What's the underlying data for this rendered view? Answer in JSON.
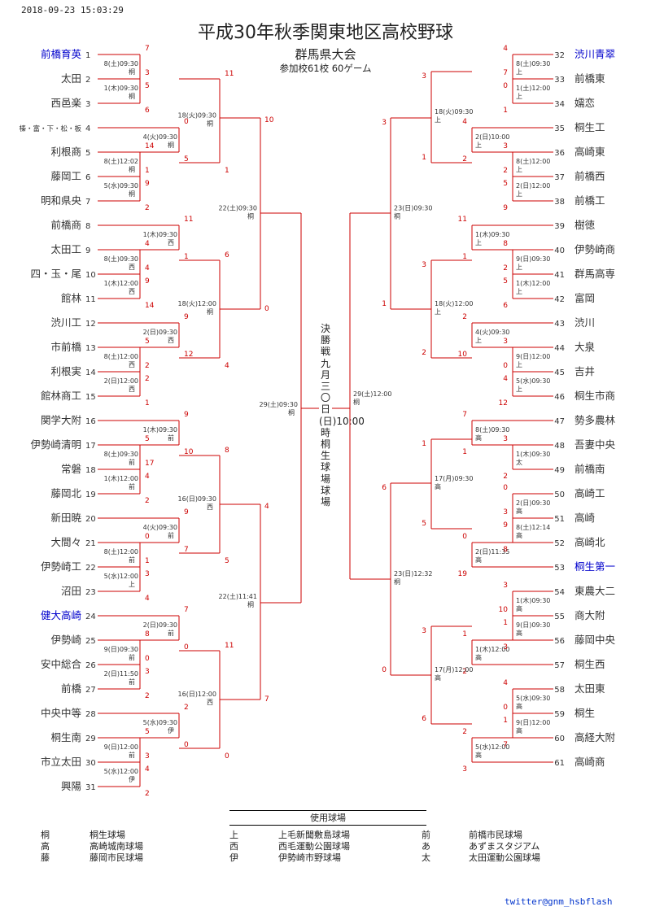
{
  "timestamp": "2018-09-23 15:03:29",
  "title": "平成30年秋季関東地区高校野球",
  "subtitle": "群馬県大会",
  "participants": "参加校61校 60ゲーム",
  "final_text": "決勝戦九月三〇日(日)10:00時 桐生球場球場",
  "twitter": "twitter@gnm_hsbflash",
  "venues_title": "使用球場",
  "colors": {
    "line": "#cc0000",
    "text": "#333333",
    "seed": "#0000cc"
  },
  "venues": [
    {
      "abbr": "桐",
      "name": "桐生球場"
    },
    {
      "abbr": "高",
      "name": "高崎城南球場"
    },
    {
      "abbr": "藤",
      "name": "藤岡市民球場"
    },
    {
      "abbr": "上",
      "name": "上毛新聞敷島球場"
    },
    {
      "abbr": "西",
      "name": "西毛運動公園球場"
    },
    {
      "abbr": "伊",
      "name": "伊勢崎市野球場"
    },
    {
      "abbr": "前",
      "name": "前橋市民球場"
    },
    {
      "abbr": "あ",
      "name": "あずまスタジアム"
    },
    {
      "abbr": "太",
      "name": "太田運動公園球場"
    }
  ],
  "left_teams": [
    {
      "no": "1",
      "name": "前橋育英",
      "seed": true
    },
    {
      "no": "2",
      "name": "太田"
    },
    {
      "no": "3",
      "name": "西邑楽"
    },
    {
      "no": "4",
      "name": "榛・富・下・松・板",
      "small": true
    },
    {
      "no": "5",
      "name": "利根商"
    },
    {
      "no": "6",
      "name": "藤岡工"
    },
    {
      "no": "7",
      "name": "明和県央"
    },
    {
      "no": "8",
      "name": "前橋商"
    },
    {
      "no": "9",
      "name": "太田工"
    },
    {
      "no": "10",
      "name": "四・玉・尾"
    },
    {
      "no": "11",
      "name": "館林"
    },
    {
      "no": "12",
      "name": "渋川工"
    },
    {
      "no": "13",
      "name": "市前橋"
    },
    {
      "no": "14",
      "name": "利根実"
    },
    {
      "no": "15",
      "name": "館林商工"
    },
    {
      "no": "16",
      "name": "関学大附"
    },
    {
      "no": "17",
      "name": "伊勢崎清明"
    },
    {
      "no": "18",
      "name": "常磐"
    },
    {
      "no": "19",
      "name": "藤岡北"
    },
    {
      "no": "20",
      "name": "新田暁"
    },
    {
      "no": "21",
      "name": "大間々"
    },
    {
      "no": "22",
      "name": "伊勢崎工"
    },
    {
      "no": "23",
      "name": "沼田"
    },
    {
      "no": "24",
      "name": "健大高崎",
      "seed": true
    },
    {
      "no": "25",
      "name": "伊勢崎"
    },
    {
      "no": "26",
      "name": "安中総合"
    },
    {
      "no": "27",
      "name": "前橋"
    },
    {
      "no": "28",
      "name": "中央中等"
    },
    {
      "no": "29",
      "name": "桐生南"
    },
    {
      "no": "30",
      "name": "市立太田"
    },
    {
      "no": "31",
      "name": "興陽"
    }
  ],
  "right_teams": [
    {
      "no": "32",
      "name": "渋川青翠",
      "seed": true
    },
    {
      "no": "33",
      "name": "前橋東"
    },
    {
      "no": "34",
      "name": "嬬恋"
    },
    {
      "no": "35",
      "name": "桐生工"
    },
    {
      "no": "36",
      "name": "高崎東"
    },
    {
      "no": "37",
      "name": "前橋西"
    },
    {
      "no": "38",
      "name": "前橋工"
    },
    {
      "no": "39",
      "name": "樹徳"
    },
    {
      "no": "40",
      "name": "伊勢崎商"
    },
    {
      "no": "41",
      "name": "群馬高専"
    },
    {
      "no": "42",
      "name": "富岡"
    },
    {
      "no": "43",
      "name": "渋川"
    },
    {
      "no": "44",
      "name": "大泉"
    },
    {
      "no": "45",
      "name": "吉井"
    },
    {
      "no": "46",
      "name": "桐生市商"
    },
    {
      "no": "47",
      "name": "勢多農林"
    },
    {
      "no": "48",
      "name": "吾妻中央"
    },
    {
      "no": "49",
      "name": "前橋南"
    },
    {
      "no": "50",
      "name": "高崎工"
    },
    {
      "no": "51",
      "name": "高崎"
    },
    {
      "no": "52",
      "name": "高崎北"
    },
    {
      "no": "53",
      "name": "桐生第一",
      "seed": true
    },
    {
      "no": "54",
      "name": "東農大二"
    },
    {
      "no": "55",
      "name": "商大附"
    },
    {
      "no": "56",
      "name": "藤岡中央"
    },
    {
      "no": "57",
      "name": "桐生西"
    },
    {
      "no": "58",
      "name": "太田東"
    },
    {
      "no": "59",
      "name": "桐生"
    },
    {
      "no": "60",
      "name": "高経大附"
    },
    {
      "no": "61",
      "name": "高崎商"
    }
  ],
  "left_matches": [
    {
      "a": "1",
      "b": "2",
      "s1": "7",
      "s2": "5",
      "date": "8(土)09:30",
      "venue": "桐"
    },
    {
      "a": "2",
      "b": "3",
      "s1": "3",
      "s2": "6",
      "date": "1(木)09:30",
      "venue": "桐"
    },
    {
      "a": "4",
      "b": "5",
      "s1": "0",
      "s2": "5",
      "date": "4(火)09:30",
      "venue": "桐"
    },
    {
      "a": "5",
      "b": "6",
      "s1": "14",
      "s2": "9",
      "date": "8(土)12:02",
      "venue": "桐"
    },
    {
      "a": "6",
      "b": "7",
      "s1": "1",
      "s2": "2",
      "date": "5(水)09:30",
      "venue": "桐"
    },
    {
      "a": "8",
      "b": "9",
      "s1": "11",
      "s2": "1",
      "date": "1(木)09:30",
      "venue": "西"
    },
    {
      "a": "10",
      "b": "11",
      "s1": "4",
      "s2": "14",
      "date": "1(木)12:00",
      "venue": "西"
    },
    {
      "a": "9",
      "b": "10",
      "s1": "4",
      "s2": "9",
      "date": "8(土)09:30",
      "venue": "西"
    },
    {
      "a": "12",
      "b": "13",
      "s1": "9",
      "s2": "12",
      "date": "2(日)09:30",
      "venue": "西"
    },
    {
      "a": "14",
      "b": "15",
      "s1": "2",
      "s2": "1",
      "date": "2(日)12:00",
      "venue": "西"
    },
    {
      "a": "13",
      "b": "14",
      "s1": "5",
      "s2": "2",
      "date": "8(土)12:00",
      "venue": "西"
    },
    {
      "a": "16",
      "b": "17",
      "s1": "9",
      "s2": "10",
      "date": "1(木)09:30",
      "venue": "前"
    },
    {
      "a": "18",
      "b": "19",
      "s1": "17",
      "s2": "2",
      "date": "1(木)12:00",
      "venue": "前"
    },
    {
      "a": "17",
      "b": "18",
      "s1": "5",
      "s2": "4",
      "date": "8(土)09:30",
      "venue": "前"
    },
    {
      "a": "20",
      "b": "21",
      "s1": "9",
      "s2": "7",
      "date": "4(火)09:30",
      "venue": "前"
    },
    {
      "a": "22",
      "b": "23",
      "s1": "1",
      "s2": "4",
      "date": "5(水)12:00",
      "venue": "上"
    },
    {
      "a": "21",
      "b": "22",
      "s1": "0",
      "s2": "3",
      "date": "8(土)12:00",
      "venue": "前"
    },
    {
      "a": "24",
      "b": "25",
      "s1": "7",
      "s2": "0",
      "date": "2(日)09:30",
      "venue": "前"
    },
    {
      "a": "26",
      "b": "27",
      "s1": "0",
      "s2": "2",
      "date": "2(日)11:50",
      "venue": "前"
    },
    {
      "a": "25",
      "b": "26",
      "s1": "8",
      "s2": "3",
      "date": "9(日)09:30",
      "venue": "前"
    },
    {
      "a": "28",
      "b": "29",
      "s1": "2",
      "s2": "0",
      "date": "5(水)09:30",
      "venue": "伊"
    },
    {
      "a": "30",
      "b": "31",
      "s1": "3",
      "s2": "2",
      "date": "5(水)12:00",
      "venue": "伊"
    },
    {
      "a": "29",
      "b": "30",
      "s1": "5",
      "s2": "4",
      "date": "9(日)12:00",
      "venue": "前"
    }
  ],
  "right_matches": [
    {
      "a": "32",
      "b": "33",
      "s1": "4",
      "s2": "0",
      "date": "8(土)09:30",
      "venue": "上"
    },
    {
      "a": "33",
      "b": "34",
      "s1": "7",
      "s2": "1",
      "date": "1(土)12:00",
      "venue": "上"
    },
    {
      "a": "35",
      "b": "36",
      "s1": "4",
      "s2": "2",
      "date": "2(日)10:00",
      "venue": "上"
    },
    {
      "a": "37",
      "b": "38",
      "s1": "2",
      "s2": "9",
      "date": "2(日)12:00",
      "venue": "上"
    },
    {
      "a": "36",
      "b": "37",
      "s1": "3",
      "s2": "5",
      "date": "8(土)12:00",
      "venue": "上"
    },
    {
      "a": "39",
      "b": "40",
      "s1": "11",
      "s2": "1",
      "date": "1(木)09:30",
      "venue": "上"
    },
    {
      "a": "41",
      "b": "42",
      "s1": "2",
      "s2": "6",
      "date": "1(木)12:00",
      "venue": "上"
    },
    {
      "a": "40",
      "b": "41",
      "s1": "8",
      "s2": "5",
      "date": "9(日)09:30",
      "venue": "上"
    },
    {
      "a": "43",
      "b": "44",
      "s1": "2",
      "s2": "10",
      "date": "4(火)09:30",
      "venue": "上"
    },
    {
      "a": "45",
      "b": "46",
      "s1": "0",
      "s2": "12",
      "date": "5(水)09:30",
      "venue": "上"
    },
    {
      "a": "44",
      "b": "45",
      "s1": "3",
      "s2": "4",
      "date": "9(日)12:00",
      "venue": "上"
    },
    {
      "a": "47",
      "b": "48",
      "s1": "7",
      "s2": "1",
      "date": "8(土)09:30",
      "venue": "高"
    },
    {
      "a": "48",
      "b": "49",
      "s1": "3",
      "s2": "2",
      "date": "1(木)09:30",
      "venue": "太"
    },
    {
      "a": "50",
      "b": "51",
      "s1": "0",
      "s2": "9",
      "date": "2(日)09:30",
      "venue": "高"
    },
    {
      "a": "52",
      "b": "53",
      "s1": "0",
      "s2": "19",
      "date": "2(日)11:35",
      "venue": "高"
    },
    {
      "a": "51",
      "b": "52",
      "s1": "3",
      "s2": "8",
      "date": "8(土)12:14",
      "venue": "高"
    },
    {
      "a": "54",
      "b": "55",
      "s1": "3",
      "s2": "1",
      "date": "1(木)09:30",
      "venue": "高"
    },
    {
      "a": "56",
      "b": "57",
      "s1": "1",
      "s2": "2",
      "date": "1(木)12:00",
      "venue": "高"
    },
    {
      "a": "55",
      "b": "56",
      "s1": "10",
      "s2": "3",
      "date": "9(日)09:30",
      "venue": "高"
    },
    {
      "a": "58",
      "b": "59",
      "s1": "4",
      "s2": "1",
      "date": "5(水)09:30",
      "venue": "高"
    },
    {
      "a": "60",
      "b": "61",
      "s1": "2",
      "s2": "3",
      "date": "5(水)12:00",
      "venue": "高"
    },
    {
      "a": "59",
      "b": "60",
      "s1": "0",
      "s2": "7",
      "date": "9(日)12:00",
      "venue": "高"
    }
  ],
  "left_r2": [
    {
      "date": "18(火)09:30",
      "venue": "桐",
      "s1": "11",
      "s2": "1"
    },
    {
      "date": "18(火)12:00",
      "venue": "桐",
      "s1": "6",
      "s2": "4"
    },
    {
      "date": "16(日)09:30",
      "venue": "西",
      "s1": "8",
      "s2": "5"
    },
    {
      "date": "16(日)12:00",
      "venue": "西",
      "s1": "11",
      "s2": "0"
    }
  ],
  "left_r3": [
    {
      "date": "22(土)09:30",
      "venue": "桐",
      "s1": "10",
      "s2": "0"
    },
    {
      "date": "22(土)11:41",
      "venue": "桐",
      "s1": "4",
      "s2": "7"
    }
  ],
  "left_semi": {
    "date": "29(土)09:30",
    "venue": "桐"
  },
  "right_r2": [
    {
      "date": "18(火)09:30",
      "venue": "上",
      "s1": "3",
      "s2": "1"
    },
    {
      "date": "18(火)12:00",
      "venue": "上",
      "s1": "3",
      "s2": "2"
    },
    {
      "date": "17(月)09:30",
      "venue": "高",
      "s1": "1",
      "s2": "5"
    },
    {
      "date": "17(月)12:00",
      "venue": "高",
      "s1": "3",
      "s2": "6"
    }
  ],
  "right_r3": [
    {
      "date": "23(日)09:30",
      "venue": "桐",
      "s1": "3",
      "s2": "1"
    },
    {
      "date": "23(日)12:32",
      "venue": "桐",
      "s1": "6",
      "s2": "0"
    }
  ],
  "right_semi": {
    "date": "29(土)12:00",
    "venue": "桐"
  }
}
